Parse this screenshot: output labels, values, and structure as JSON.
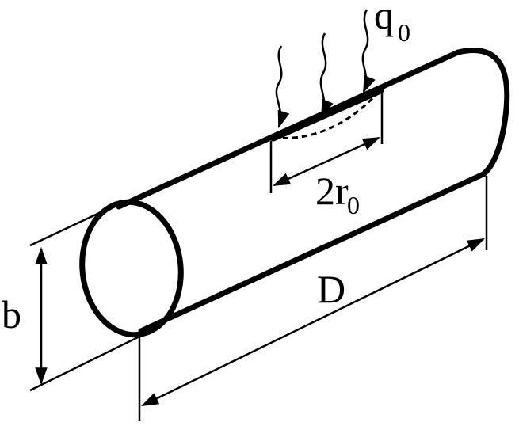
{
  "diagram": {
    "labels": {
      "heat_flux": "q",
      "heat_flux_subscript": "0",
      "source_width_coefficient": "2r",
      "source_width_subscript": "0",
      "diameter": "b",
      "length": "D"
    },
    "colors": {
      "stroke": "#000000",
      "background": "#ffffff"
    }
  }
}
